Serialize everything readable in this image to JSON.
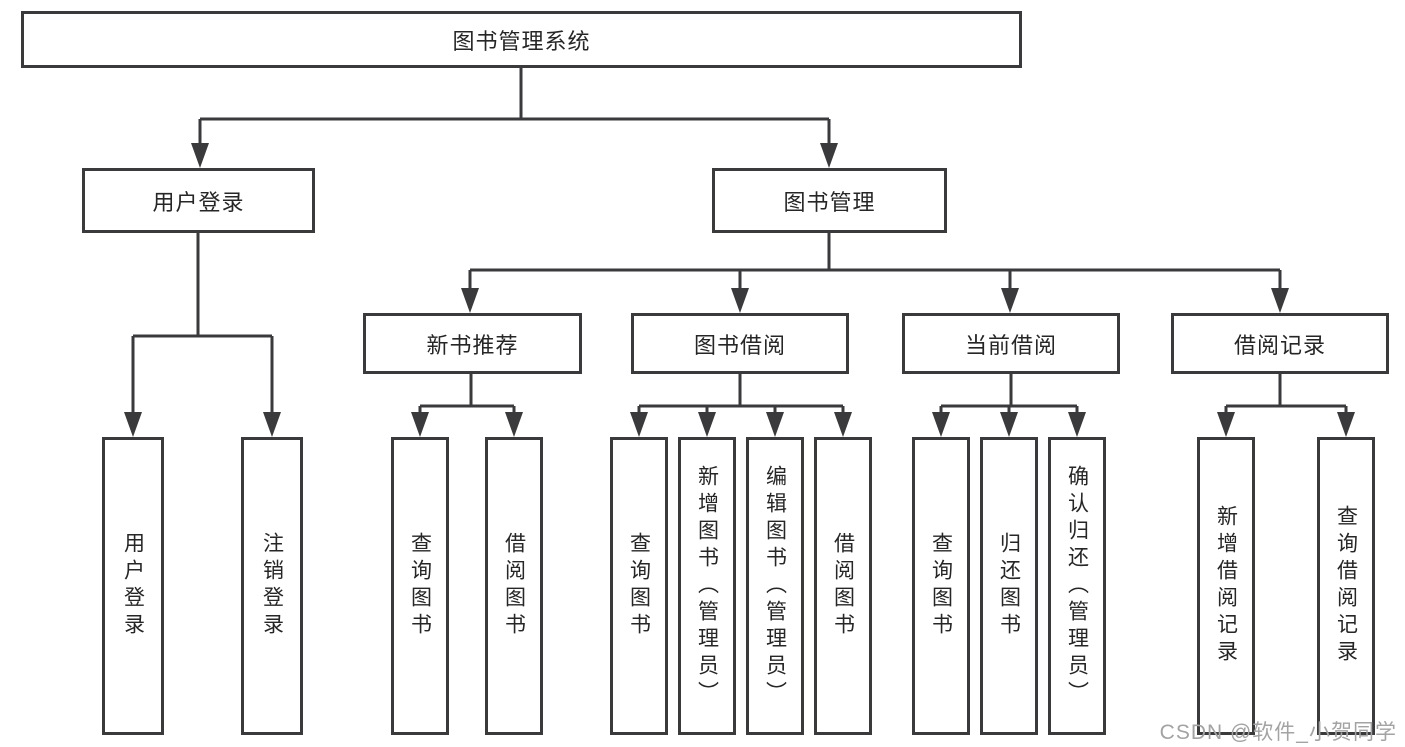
{
  "root": {
    "label": "图书管理系统"
  },
  "branches": [
    {
      "label": "用户登录",
      "leaves": [
        {
          "label": "用户登录"
        },
        {
          "label": "注销登录"
        }
      ]
    },
    {
      "label": "图书管理",
      "groups": [
        {
          "label": "新书推荐",
          "leaves": [
            {
              "label": "查询图书"
            },
            {
              "label": "借阅图书"
            }
          ]
        },
        {
          "label": "图书借阅",
          "leaves": [
            {
              "label": "查询图书"
            },
            {
              "label": "新增图书（管理员）"
            },
            {
              "label": "编辑图书（管理员）"
            },
            {
              "label": "借阅图书"
            }
          ]
        },
        {
          "label": "当前借阅",
          "leaves": [
            {
              "label": "查询图书"
            },
            {
              "label": "归还图书"
            },
            {
              "label": "确认归还（管理员）"
            }
          ]
        },
        {
          "label": "借阅记录",
          "leaves": [
            {
              "label": "新增借阅记录"
            },
            {
              "label": "查询借阅记录"
            }
          ]
        }
      ]
    }
  ],
  "watermark": {
    "text": "CSDN @软件_小贺同学"
  },
  "colors": {
    "line": "#3a3a3c",
    "box_border": "#3a3a3c",
    "text": "#262626",
    "watermark": "#a3a3a3",
    "background": "#ffffff"
  }
}
